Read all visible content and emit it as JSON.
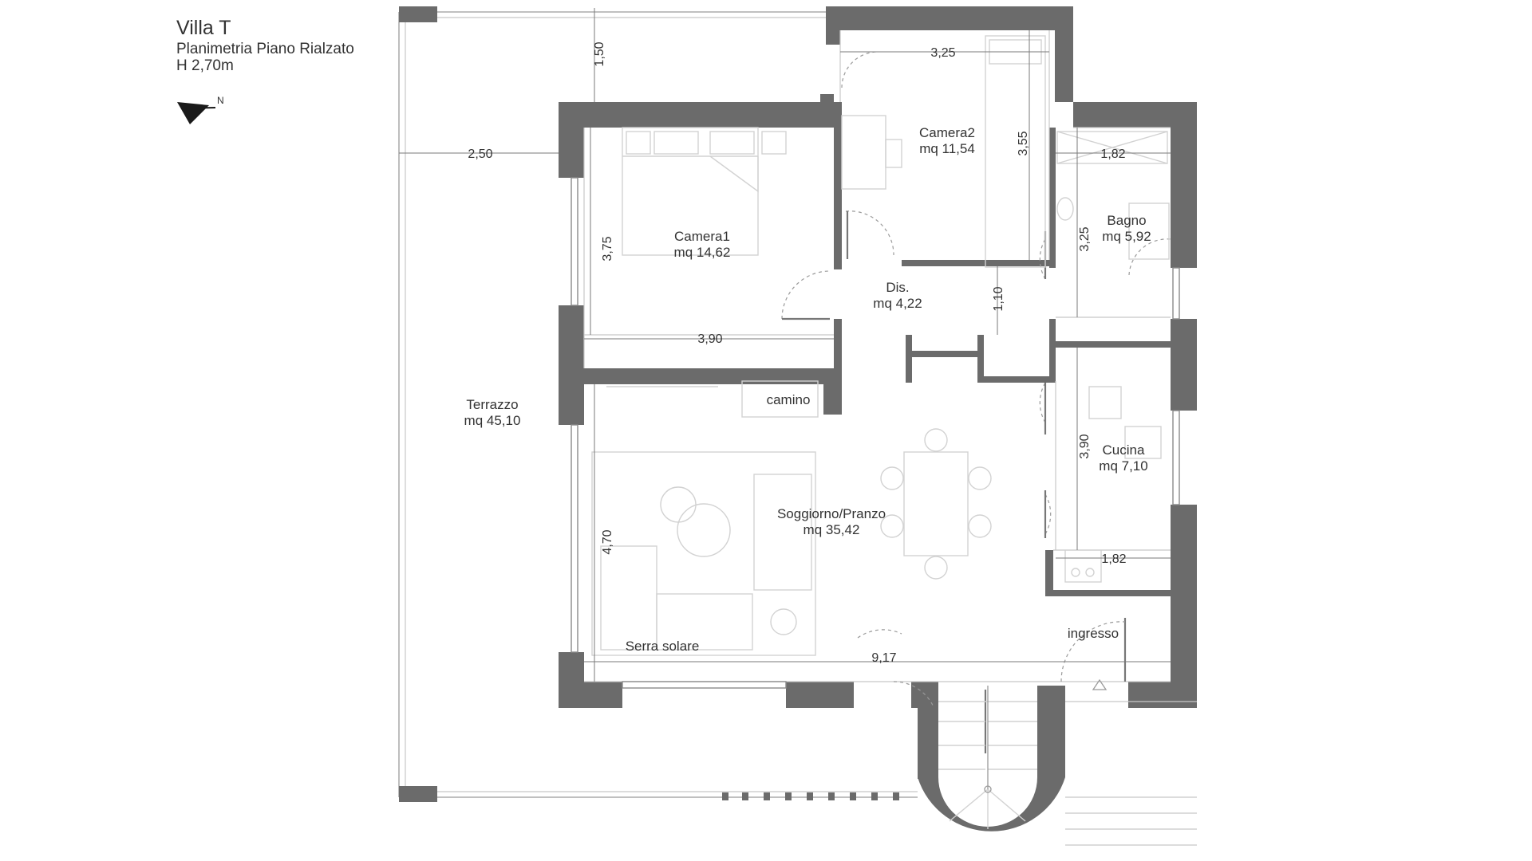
{
  "title": {
    "name": "Villa T",
    "subtitle": "Planimetria Piano Rialzato",
    "height": "H 2,70m"
  },
  "north_arrow": {
    "label": "N",
    "icon": "north-arrow-icon"
  },
  "rooms": {
    "camera1": {
      "name": "Camera1",
      "area": "mq 14,62"
    },
    "camera2": {
      "name": "Camera2",
      "area": "mq 11,54"
    },
    "bagno": {
      "name": "Bagno",
      "area": "mq 5,92"
    },
    "dis": {
      "name": "Dis.",
      "area": "mq 4,22"
    },
    "terrazzo": {
      "name": "Terrazzo",
      "area": "mq 45,10"
    },
    "soggiorno": {
      "name": "Soggiorno/Pranzo",
      "area": "mq 35,42"
    },
    "cucina": {
      "name": "Cucina",
      "area": "mq 7,10"
    }
  },
  "labels": {
    "camino": "camino",
    "serra": "Serra solare",
    "ingresso": "ingresso"
  },
  "dimensions": {
    "d150": "1,50",
    "d250": "2,50",
    "d325_top": "3,25",
    "d355": "3,55",
    "d182_top": "1,82",
    "d375": "3,75",
    "d325_bagno": "3,25",
    "d110": "1,10",
    "d390_h": "3,90",
    "d390_v": "3,90",
    "d470": "4,70",
    "d182_bottom": "1,82",
    "d917": "9,17"
  },
  "colors": {
    "wall": "#6b6b6b",
    "line": "#c8c8c8",
    "text": "#333333"
  }
}
